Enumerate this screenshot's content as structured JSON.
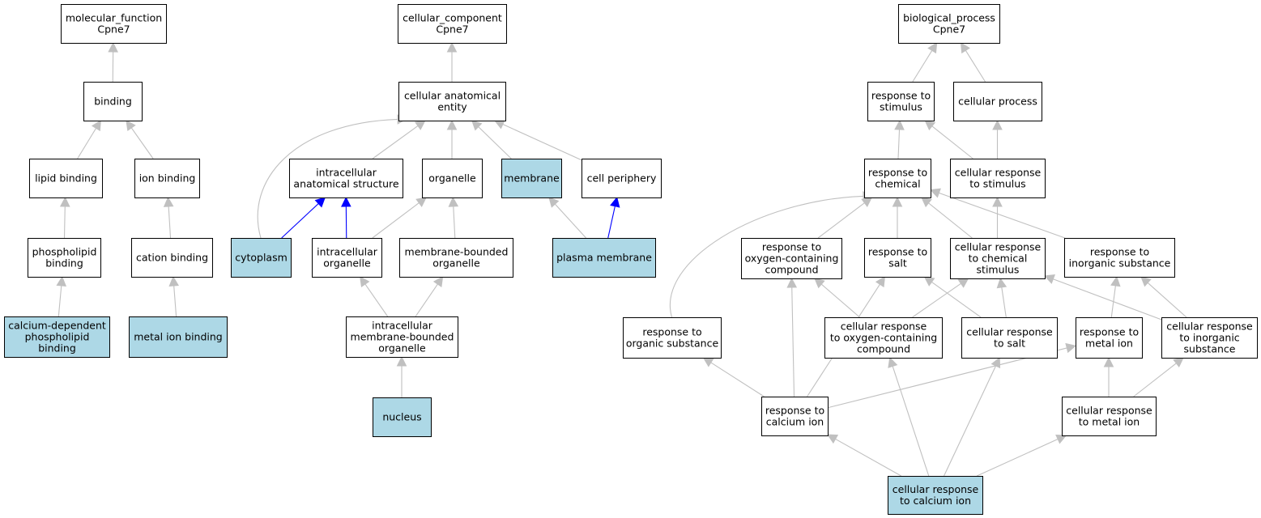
{
  "colors": {
    "highlight_fill": "#add8e6",
    "default_fill": "#ffffff",
    "edge_gray": "#c0c0c0",
    "edge_blue": "#0000ff"
  },
  "nodes": [
    {
      "id": "mf_root",
      "lines": [
        "molecular_function",
        "Cpne7"
      ],
      "highlight": false
    },
    {
      "id": "binding",
      "lines": [
        "binding"
      ],
      "highlight": false
    },
    {
      "id": "lipid_binding",
      "lines": [
        "lipid binding"
      ],
      "highlight": false
    },
    {
      "id": "ion_binding",
      "lines": [
        "ion binding"
      ],
      "highlight": false
    },
    {
      "id": "phospholipid_binding",
      "lines": [
        "phospholipid",
        "binding"
      ],
      "highlight": false
    },
    {
      "id": "cation_binding",
      "lines": [
        "cation binding"
      ],
      "highlight": false
    },
    {
      "id": "ca_dep_pl_binding",
      "lines": [
        "calcium-dependent",
        "phospholipid",
        "binding"
      ],
      "highlight": true
    },
    {
      "id": "metal_ion_binding",
      "lines": [
        "metal ion binding"
      ],
      "highlight": true
    },
    {
      "id": "cc_root",
      "lines": [
        "cellular_component",
        "Cpne7"
      ],
      "highlight": false
    },
    {
      "id": "cae",
      "lines": [
        "cellular anatomical",
        "entity"
      ],
      "highlight": false
    },
    {
      "id": "ias",
      "lines": [
        "intracellular",
        "anatomical structure"
      ],
      "highlight": false
    },
    {
      "id": "organelle",
      "lines": [
        "organelle"
      ],
      "highlight": false
    },
    {
      "id": "membrane",
      "lines": [
        "membrane"
      ],
      "highlight": true
    },
    {
      "id": "cell_periphery",
      "lines": [
        "cell periphery"
      ],
      "highlight": false
    },
    {
      "id": "cytoplasm",
      "lines": [
        "cytoplasm"
      ],
      "highlight": true
    },
    {
      "id": "intra_organelle",
      "lines": [
        "intracellular",
        "organelle"
      ],
      "highlight": false
    },
    {
      "id": "mb_organelle",
      "lines": [
        "membrane-bounded",
        "organelle"
      ],
      "highlight": false
    },
    {
      "id": "plasma_membrane",
      "lines": [
        "plasma membrane"
      ],
      "highlight": true
    },
    {
      "id": "imbo",
      "lines": [
        "intracellular",
        "membrane-bounded",
        "organelle"
      ],
      "highlight": false
    },
    {
      "id": "nucleus",
      "lines": [
        "nucleus"
      ],
      "highlight": true
    },
    {
      "id": "bp_root",
      "lines": [
        "biological_process",
        "Cpne7"
      ],
      "highlight": false
    },
    {
      "id": "resp_stim",
      "lines": [
        "response to",
        "stimulus"
      ],
      "highlight": false
    },
    {
      "id": "cell_proc",
      "lines": [
        "cellular process"
      ],
      "highlight": false
    },
    {
      "id": "resp_chem",
      "lines": [
        "response to",
        "chemical"
      ],
      "highlight": false
    },
    {
      "id": "cell_resp_stim",
      "lines": [
        "cellular response",
        "to stimulus"
      ],
      "highlight": false
    },
    {
      "id": "resp_oxy",
      "lines": [
        "response to",
        "oxygen-containing",
        "compound"
      ],
      "highlight": false
    },
    {
      "id": "resp_salt",
      "lines": [
        "response to",
        "salt"
      ],
      "highlight": false
    },
    {
      "id": "cell_resp_chem",
      "lines": [
        "cellular response",
        "to chemical",
        "stimulus"
      ],
      "highlight": false
    },
    {
      "id": "resp_inorg",
      "lines": [
        "response to",
        "inorganic substance"
      ],
      "highlight": false
    },
    {
      "id": "resp_org",
      "lines": [
        "response to",
        "organic substance"
      ],
      "highlight": false
    },
    {
      "id": "cell_resp_oxy",
      "lines": [
        "cellular response",
        "to oxygen-containing",
        "compound"
      ],
      "highlight": false
    },
    {
      "id": "cell_resp_salt",
      "lines": [
        "cellular response",
        "to salt"
      ],
      "highlight": false
    },
    {
      "id": "resp_metal",
      "lines": [
        "response to",
        "metal ion"
      ],
      "highlight": false
    },
    {
      "id": "cell_resp_inorg",
      "lines": [
        "cellular response",
        "to inorganic",
        "substance"
      ],
      "highlight": false
    },
    {
      "id": "resp_ca",
      "lines": [
        "response to",
        "calcium ion"
      ],
      "highlight": false
    },
    {
      "id": "cell_resp_metal",
      "lines": [
        "cellular response",
        "to metal ion"
      ],
      "highlight": false
    },
    {
      "id": "cell_resp_ca",
      "lines": [
        "cellular response",
        "to calcium ion"
      ],
      "highlight": true
    }
  ],
  "edges": [
    {
      "from": "binding",
      "to": "mf_root",
      "color": "gray"
    },
    {
      "from": "lipid_binding",
      "to": "binding",
      "color": "gray"
    },
    {
      "from": "ion_binding",
      "to": "binding",
      "color": "gray"
    },
    {
      "from": "phospholipid_binding",
      "to": "lipid_binding",
      "color": "gray"
    },
    {
      "from": "cation_binding",
      "to": "ion_binding",
      "color": "gray"
    },
    {
      "from": "ca_dep_pl_binding",
      "to": "phospholipid_binding",
      "color": "gray"
    },
    {
      "from": "metal_ion_binding",
      "to": "cation_binding",
      "color": "gray"
    },
    {
      "from": "cae",
      "to": "cc_root",
      "color": "gray"
    },
    {
      "from": "ias",
      "to": "cae",
      "color": "gray"
    },
    {
      "from": "organelle",
      "to": "cae",
      "color": "gray"
    },
    {
      "from": "membrane",
      "to": "cae",
      "color": "gray"
    },
    {
      "from": "cell_periphery",
      "to": "cae",
      "color": "gray"
    },
    {
      "from": "cytoplasm",
      "to": "cae",
      "color": "gray",
      "curve": true
    },
    {
      "from": "cytoplasm",
      "to": "ias",
      "color": "blue"
    },
    {
      "from": "intra_organelle",
      "to": "ias",
      "color": "blue"
    },
    {
      "from": "intra_organelle",
      "to": "organelle",
      "color": "gray"
    },
    {
      "from": "mb_organelle",
      "to": "organelle",
      "color": "gray"
    },
    {
      "from": "plasma_membrane",
      "to": "membrane",
      "color": "gray"
    },
    {
      "from": "plasma_membrane",
      "to": "cell_periphery",
      "color": "blue"
    },
    {
      "from": "imbo",
      "to": "intra_organelle",
      "color": "gray"
    },
    {
      "from": "imbo",
      "to": "mb_organelle",
      "color": "gray"
    },
    {
      "from": "nucleus",
      "to": "imbo",
      "color": "gray"
    },
    {
      "from": "resp_stim",
      "to": "bp_root",
      "color": "gray"
    },
    {
      "from": "cell_proc",
      "to": "bp_root",
      "color": "gray"
    },
    {
      "from": "resp_chem",
      "to": "resp_stim",
      "color": "gray"
    },
    {
      "from": "cell_resp_stim",
      "to": "resp_stim",
      "color": "gray"
    },
    {
      "from": "cell_resp_stim",
      "to": "cell_proc",
      "color": "gray"
    },
    {
      "from": "resp_oxy",
      "to": "resp_chem",
      "color": "gray"
    },
    {
      "from": "resp_salt",
      "to": "resp_chem",
      "color": "gray"
    },
    {
      "from": "cell_resp_chem",
      "to": "resp_chem",
      "color": "gray"
    },
    {
      "from": "cell_resp_chem",
      "to": "cell_resp_stim",
      "color": "gray"
    },
    {
      "from": "resp_inorg",
      "to": "resp_chem",
      "color": "gray"
    },
    {
      "from": "resp_org",
      "to": "resp_chem",
      "color": "gray",
      "curve": true
    },
    {
      "from": "cell_resp_oxy",
      "to": "resp_oxy",
      "color": "gray"
    },
    {
      "from": "cell_resp_oxy",
      "to": "cell_resp_chem",
      "color": "gray"
    },
    {
      "from": "cell_resp_salt",
      "to": "resp_salt",
      "color": "gray"
    },
    {
      "from": "cell_resp_salt",
      "to": "cell_resp_chem",
      "color": "gray"
    },
    {
      "from": "resp_metal",
      "to": "resp_inorg",
      "color": "gray"
    },
    {
      "from": "cell_resp_inorg",
      "to": "resp_inorg",
      "color": "gray"
    },
    {
      "from": "cell_resp_inorg",
      "to": "cell_resp_chem",
      "color": "gray"
    },
    {
      "from": "resp_ca",
      "to": "resp_org",
      "color": "gray"
    },
    {
      "from": "resp_ca",
      "to": "resp_oxy",
      "color": "gray"
    },
    {
      "from": "resp_ca",
      "to": "resp_salt",
      "color": "gray"
    },
    {
      "from": "resp_ca",
      "to": "resp_metal",
      "color": "gray"
    },
    {
      "from": "cell_resp_metal",
      "to": "resp_metal",
      "color": "gray"
    },
    {
      "from": "cell_resp_metal",
      "to": "cell_resp_inorg",
      "color": "gray"
    },
    {
      "from": "cell_resp_ca",
      "to": "resp_ca",
      "color": "gray"
    },
    {
      "from": "cell_resp_ca",
      "to": "cell_resp_oxy",
      "color": "gray"
    },
    {
      "from": "cell_resp_ca",
      "to": "cell_resp_salt",
      "color": "gray"
    },
    {
      "from": "cell_resp_ca",
      "to": "cell_resp_metal",
      "color": "gray"
    }
  ]
}
